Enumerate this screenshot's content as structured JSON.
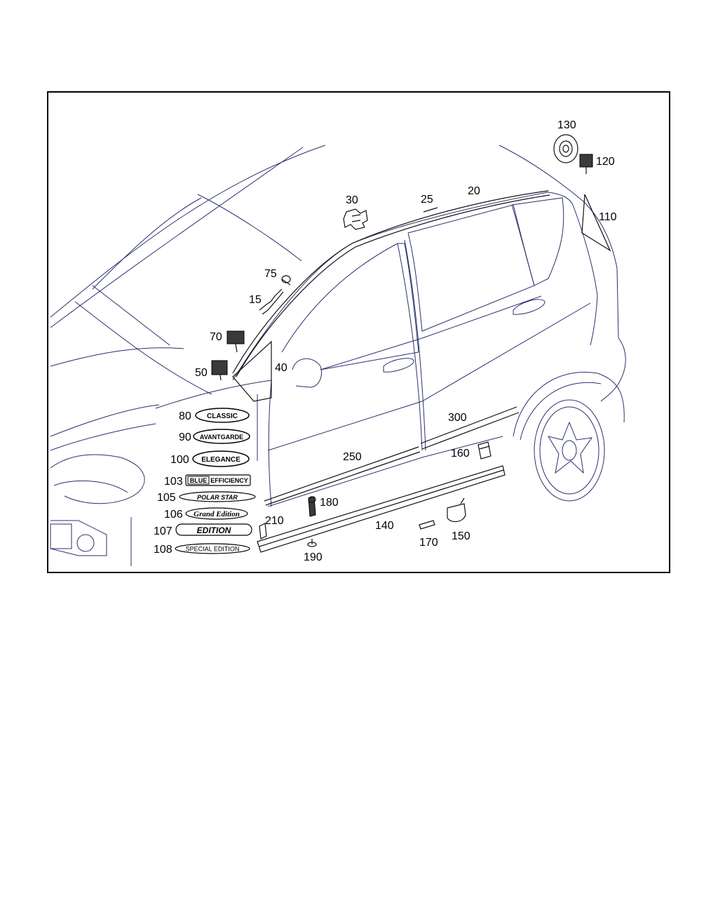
{
  "callouts": {
    "c130": "130",
    "c120": "120",
    "c110": "110",
    "c20": "20",
    "c25": "25",
    "c30": "30",
    "c75": "75",
    "c15": "15",
    "c70": "70",
    "c50": "50",
    "c40": "40",
    "c80": "80",
    "c90": "90",
    "c100": "100",
    "c103": "103",
    "c105": "105",
    "c106": "106",
    "c107": "107",
    "c108": "108",
    "c300": "300",
    "c250": "250",
    "c160": "160",
    "c180": "180",
    "c210": "210",
    "c140": "140",
    "c170": "170",
    "c150": "150",
    "c190": "190"
  },
  "badges": {
    "classic": "CLASSIC",
    "avantgarde": "AVANTGARDE",
    "elegance": "ELEGANCE",
    "blue": "BLUE",
    "efficiency": "EFFICIENCY",
    "polar_star": "POLAR STAR",
    "grand_edition": "Grand Edition",
    "edition": "EDITION",
    "special_edition": "SPECIAL EDITION"
  },
  "colors": {
    "outline": "#2a2f6e",
    "part": "#111111",
    "frame": "#000000"
  }
}
